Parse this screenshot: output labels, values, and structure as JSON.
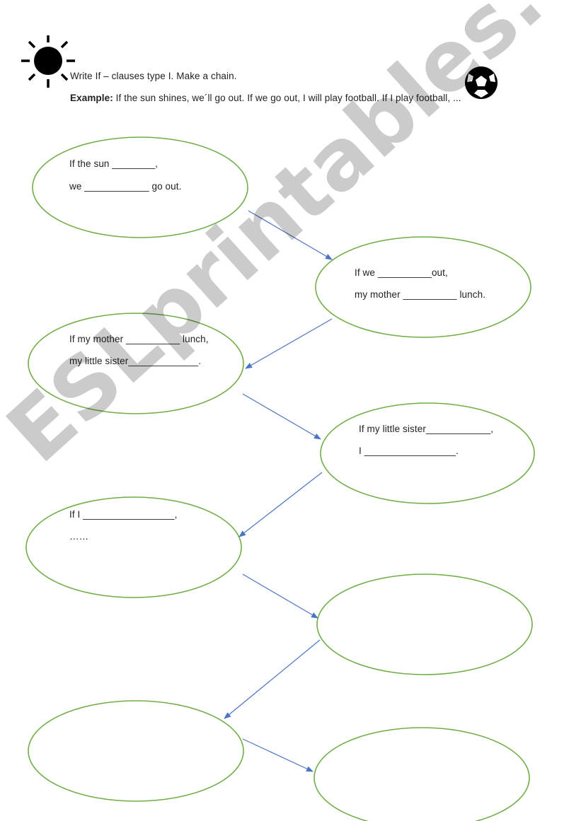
{
  "header": {
    "instruction": "Write If – clauses type I. Make a chain.",
    "example_label": "Example:",
    "example_text": " If the sun shines, we´ll go out. If we go out, I will play football. If I play football, ..."
  },
  "icons": [
    "sun-icon",
    "football-icon"
  ],
  "colors": {
    "ellipse_stroke": "#70ad47",
    "arrow": "#4a75c4"
  },
  "bubbles": [
    {
      "line1": "If the sun ________,",
      "line2": "we ____________ go out."
    },
    {
      "line1": "If we __________out,",
      "line2": "my mother __________ lunch."
    },
    {
      "line1": "If my mother __________ lunch,",
      "line2": "my little sister_____________."
    },
    {
      "line1": "If my little sister____________,",
      "line2": "I _________________."
    },
    {
      "line1": "If I _________________,",
      "line2": "……"
    },
    {
      "line1": "",
      "line2": ""
    },
    {
      "line1": "",
      "line2": ""
    },
    {
      "line1": "",
      "line2": ""
    }
  ],
  "watermark": "ESLprintables.com"
}
